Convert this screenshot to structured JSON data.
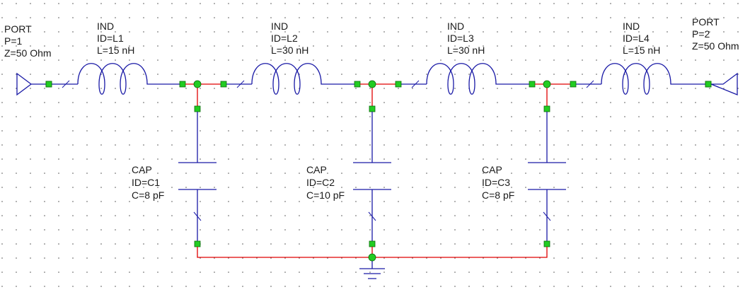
{
  "ports": [
    {
      "type": "PORT",
      "p": "P=1",
      "z": "Z=50 Ohm"
    },
    {
      "type": "PORT",
      "p": "P=2",
      "z": "Z=50 Ohm"
    }
  ],
  "inductors": [
    {
      "type": "IND",
      "id": "ID=L1",
      "value": "L=15 nH"
    },
    {
      "type": "IND",
      "id": "ID=L2",
      "value": "L=30 nH"
    },
    {
      "type": "IND",
      "id": "ID=L3",
      "value": "L=30 nH"
    },
    {
      "type": "IND",
      "id": "ID=L4",
      "value": "L=15 nH"
    }
  ],
  "capacitors": [
    {
      "type": "CAP",
      "id": "ID=C1",
      "value": "C=8 pF"
    },
    {
      "type": "CAP",
      "id": "ID=C2",
      "value": "C=10 pF"
    },
    {
      "type": "CAP",
      "id": "ID=C3",
      "value": "C=8 pF"
    }
  ],
  "colors": {
    "wire": "#1a1aa6",
    "net": "#e00000",
    "pin": "#22cc22",
    "grid_dot": "#555555",
    "background": "#ffffff"
  }
}
